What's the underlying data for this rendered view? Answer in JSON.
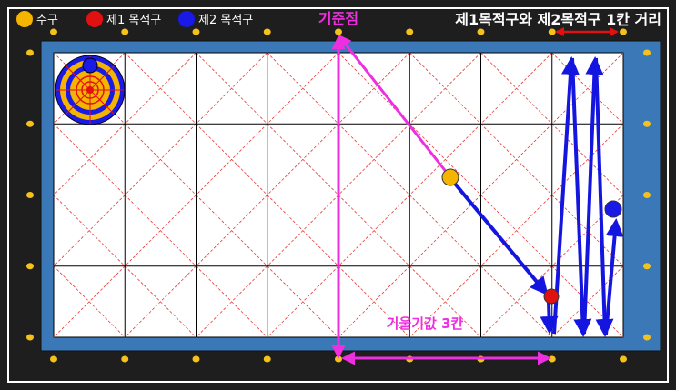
{
  "legend": {
    "cue_ball": "수구",
    "target_ball_1": "제1 목적구",
    "target_ball_2": "제2 목적구"
  },
  "title": "제1목적구와 제2목적구 1칸 거리",
  "reference_point_label": "기준점",
  "tilt_value_label": "기울기값 3칸",
  "colors": {
    "background": "#1e1e1e",
    "frame": "#ffffff",
    "cushion": "#3a78b8",
    "table_surface": "#ffffff",
    "grid_line": "#000000",
    "diagonal_line": "#e53935",
    "diamond": "#f4c21a",
    "cue_ball": "#f4b400",
    "target_ball_1": "#e11111",
    "target_ball_2": "#1a1ae6",
    "path": "#1515e0",
    "guide": "#ee2fe0",
    "distance_arrow": "#e11111",
    "title_text": "#ffffff",
    "legend_text": "#ffffff"
  },
  "icons": [
    "target-dartboard-icon",
    "arrow-icon"
  ]
}
